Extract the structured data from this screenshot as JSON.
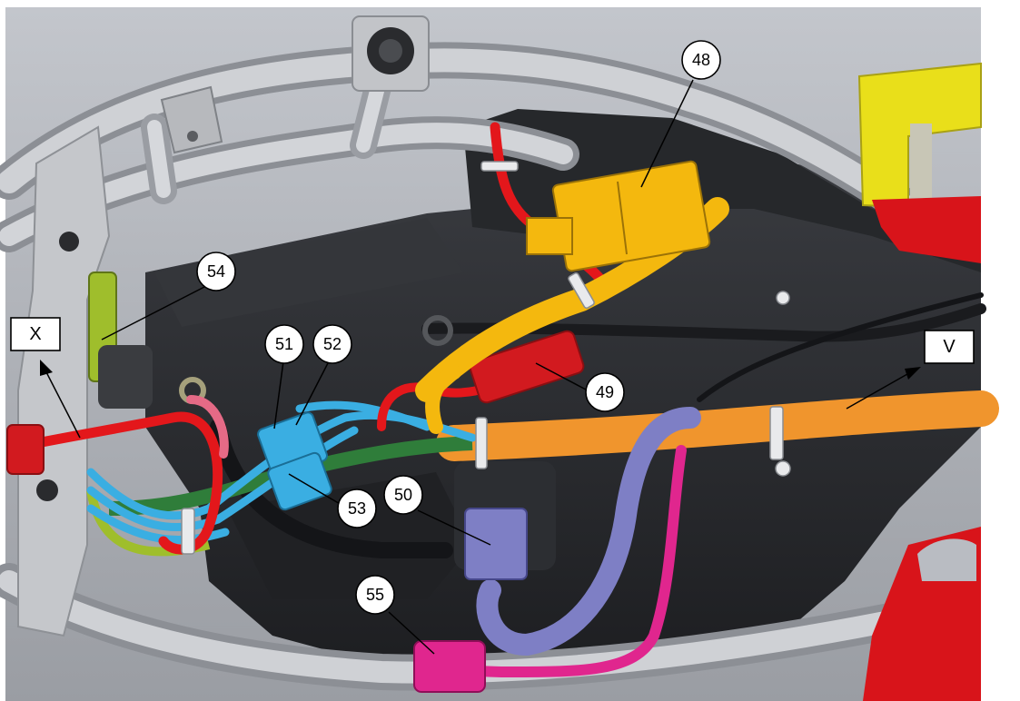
{
  "callouts": {
    "c48": "48",
    "c49": "49",
    "c50": "50",
    "c51": "51",
    "c52": "52",
    "c53": "53",
    "c54": "54",
    "c55": "55"
  },
  "boxes": {
    "x": "X",
    "v": "V"
  },
  "colors": {
    "frame": "#b9bcc2",
    "background": "#c9ccd1",
    "body_dark": "#2b2d31",
    "wire_red": "#e3171b",
    "wire_yellow": "#f4b80e",
    "wire_orange": "#f0952d",
    "wire_blue": "#3aaee2",
    "wire_green": "#2f7d3a",
    "wire_lavender": "#7e7fc5",
    "wire_magenta": "#e0268e",
    "stand_yellow": "#e9df1a",
    "stand_red": "#d8141a"
  }
}
